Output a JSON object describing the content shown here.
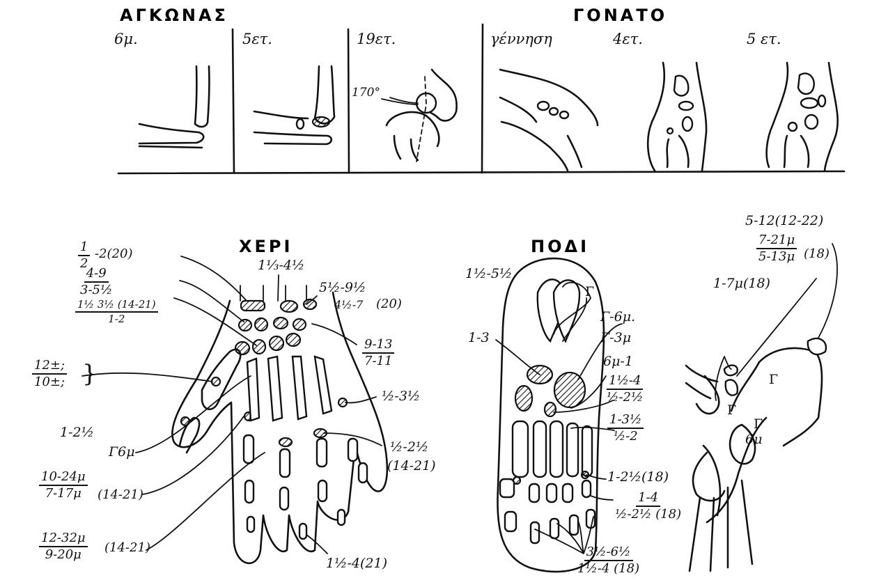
{
  "top": {
    "elbow_title": "ΑΓΚΩΝΑΣ",
    "knee_title": "ΓΟΝΑΤΟ",
    "elbow_ages": [
      "6μ.",
      "5ετ.",
      "19ετ."
    ],
    "knee_ages": [
      "γέννηση",
      "4ετ.",
      "5 ετ."
    ],
    "angle_label": "170°"
  },
  "hand": {
    "title": "ΧΕΡΙ",
    "labels": {
      "l1_num": "1",
      "l1_den": "2",
      "l1_sfx": "-2(20)",
      "l2_num": "4-9",
      "l2_den": "3-5½",
      "l3_num": "1½ 3½ (14-21)",
      "l3_den": "1-2",
      "l4_num": "12±;",
      "l4_den": "10±;",
      "l5_text": "1-2½",
      "l5b_text": "Γ6μ",
      "l6_num": "10-24μ",
      "l6_den": "7-17μ",
      "l6_sfx": "(14-21)",
      "l7_num": "12-32μ",
      "l7_den": "9-20μ",
      "l7_sfx": "(14-21)",
      "top_center": "1⅓-4½",
      "r1_text": "5½-9½",
      "r1b_text": "4½-7",
      "r1_sfx": "(20)",
      "r2_num": "9-13",
      "r2_den": "7-11",
      "r3_text": "½-3½",
      "r4_text": "½-2½",
      "r4b_text": "(14-21)",
      "bottom_text": "1½-4(21)"
    }
  },
  "foot": {
    "title": "ΠΟΔΙ",
    "labels": {
      "f_top_left": "1½-5½",
      "f_gamma": "Γ",
      "f_g6m": "Γ-6μ.",
      "f_g3m": "Γ-3μ",
      "f_6m1": "6μ-1",
      "f_13": "1-3",
      "f_a_num": "1½-4",
      "f_a_den": "½-2½",
      "f_b_num": "1-3½",
      "f_b_den": "½-2",
      "f_c": "1-2½(18)",
      "f_d_num": "1-4",
      "f_d_den": "½-2½ (18)",
      "f_e_num": "3½-6½",
      "f_e_den": "1½-4 (18)"
    }
  },
  "lateral_foot": {
    "label_top": "5-12(12-22)",
    "frac_num": "7-21μ",
    "frac_den": "5-13μ",
    "frac_sfx": "(18)",
    "l_17m": "1-7μ(18)",
    "gamma1": "Γ",
    "gamma2": "Γ",
    "gamma3": "Γ",
    "l_6m": "6μ"
  }
}
